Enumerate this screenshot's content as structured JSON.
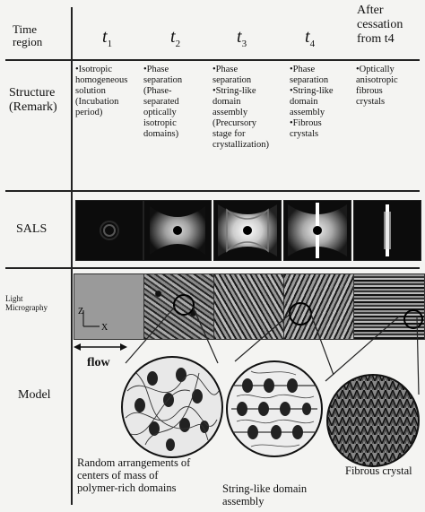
{
  "header": {
    "time_region": "Time\nregion",
    "time_labels": [
      {
        "main": "t",
        "sub": "1"
      },
      {
        "main": "t",
        "sub": "2"
      },
      {
        "main": "t",
        "sub": "3"
      },
      {
        "main": "t",
        "sub": "4"
      }
    ],
    "after_label": "After\ncessation\nfrom t4"
  },
  "structure": {
    "row_label": "Structure\n(Remark)",
    "cells": [
      "•Isotropic\nhomogeneous\nsolution\n(Incubation\nperiod)",
      "•Phase\nseparation\n(Phase-\nseparated\noptically\nisotropic\ndomains)",
      "•Phase\nseparation\n•String-like\ndomain\nassembly\n(Precursory\nstage for\ncrystallization)",
      "•Phase\nseparation\n•String-like\ndomain\nassembly\n•Fibrous\ncrystals",
      "•Optically\nanisotropic\nfibrous\ncrystals"
    ]
  },
  "sals": {
    "row_label": "SALS"
  },
  "micro": {
    "row_label": "Light\nMicrography",
    "axis_z": "Z",
    "axis_x": "X",
    "flow_label": "flow"
  },
  "model": {
    "row_label": "Model",
    "caption_random": "Random arrangements of\ncenters of mass of\npolymer-rich domains",
    "caption_string": "String-like domain\nassembly",
    "caption_fibrous": "Fibrous crystal"
  }
}
